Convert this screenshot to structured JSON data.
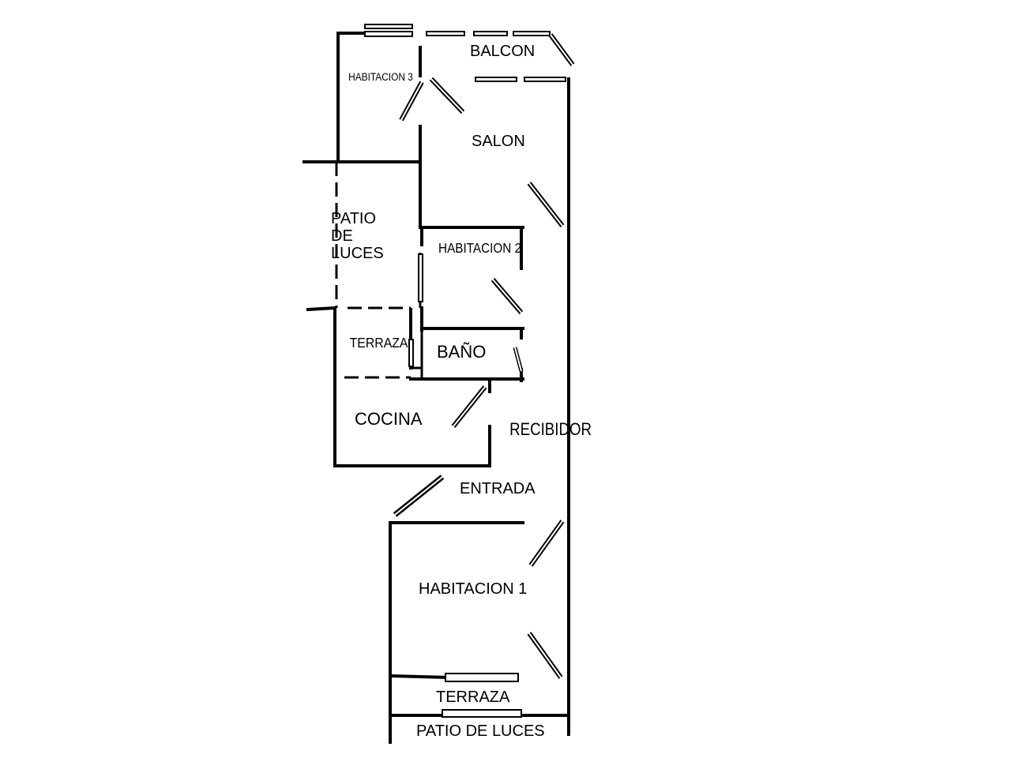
{
  "floor_plan": {
    "rooms": {
      "habitacion3": "HABITACION 3",
      "balcon": "BALCON",
      "salon": "SALON",
      "patio_luces_top_line1": "PATIO",
      "patio_luces_top_line2": "DE",
      "patio_luces_top_line3": "LUCES",
      "habitacion2": "HABITACION 2",
      "terraza_top": "TERRAZA",
      "bano": "BAÑO",
      "cocina": "COCINA",
      "recibidor": "RECIBIDOR",
      "entrada": "ENTRADA",
      "habitacion1": "HABITACION 1",
      "terraza_bottom": "TERRAZA",
      "patio_luces_bottom": "PATIO DE LUCES"
    }
  }
}
